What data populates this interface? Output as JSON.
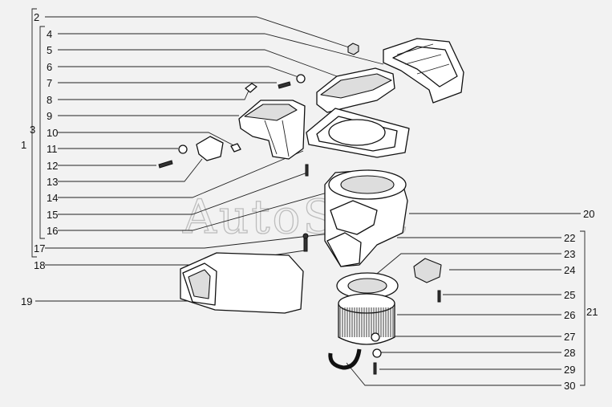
{
  "watermark": "AutoSoft",
  "labels_left": [
    "2",
    "4",
    "5",
    "6",
    "7",
    "8",
    "9",
    "10",
    "11",
    "12",
    "13",
    "14",
    "15",
    "16",
    "17",
    "18",
    "19"
  ],
  "labels_right": [
    "20",
    "22",
    "23",
    "24",
    "25",
    "26",
    "27",
    "28",
    "29",
    "30"
  ],
  "group_labels": [
    "1",
    "3",
    "21"
  ]
}
